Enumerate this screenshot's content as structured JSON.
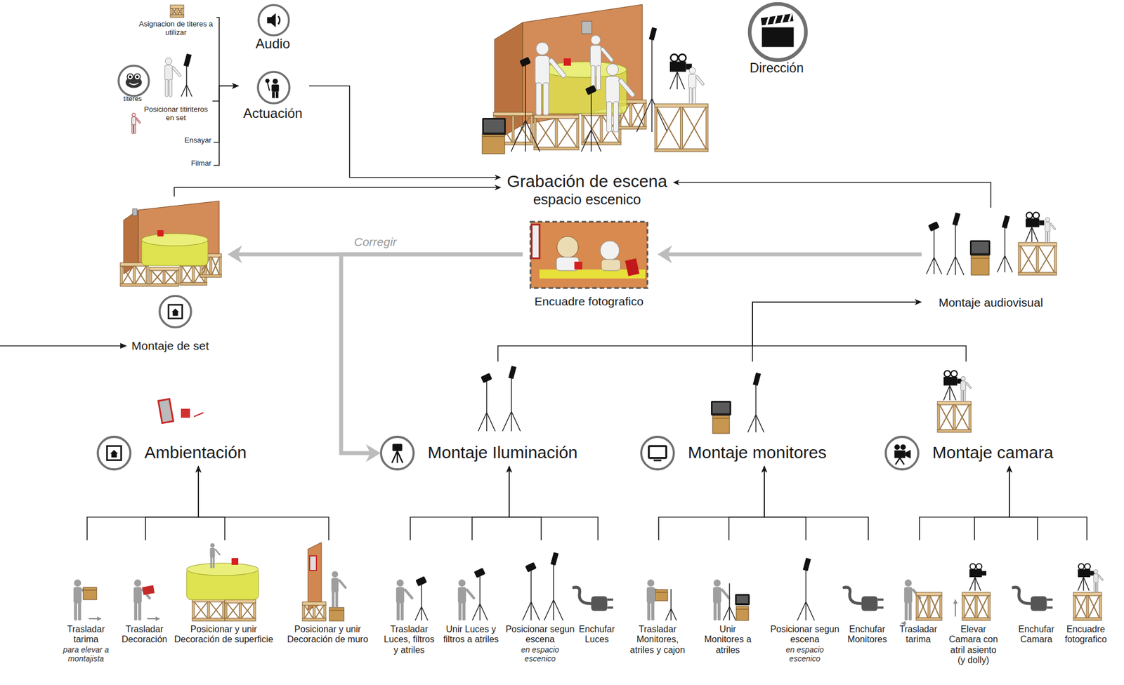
{
  "diagram": {
    "nodes": [
      {
        "text": [
          "Asignacion de titeres a utilizar"
        ]
      },
      {
        "text": [
          "titeres"
        ]
      },
      {
        "text": [
          "Posicionar titiriteros en set"
        ]
      },
      {
        "text": [
          "Ensayar"
        ]
      },
      {
        "text": [
          "Filmar"
        ]
      },
      {
        "text": [
          "Audio"
        ]
      },
      {
        "text": [
          "Actuación"
        ]
      },
      {
        "text": [
          "Dirección"
        ]
      },
      {
        "text": [
          "Grabación de escena",
          "espacio escenico"
        ]
      },
      {
        "text": [
          "Encuadre fotografico"
        ]
      },
      {
        "text": [
          "Montaje de set"
        ]
      },
      {
        "text": [
          "Montaje audiovisual"
        ]
      },
      {
        "text": [
          "Ambientación"
        ]
      },
      {
        "text": [
          "Montaje Iluminación"
        ]
      },
      {
        "text": [
          "Montaje monitores"
        ]
      },
      {
        "text": [
          "Montaje camara"
        ]
      },
      {
        "text": [
          "Trasladar tarima",
          "para elevar a montajista"
        ]
      },
      {
        "text": [
          "Trasladar Decoración"
        ]
      },
      {
        "text": [
          "Posicionar y unir Decoración de superficie"
        ]
      },
      {
        "text": [
          "Posicionar y unir Decoración de muro"
        ]
      },
      {
        "text": [
          "Trasladar Luces, filtros y atriles"
        ]
      },
      {
        "text": [
          "Unir Luces y filtros a atriles"
        ]
      },
      {
        "text": [
          "Posicionar segun escena",
          "en espacio escenico"
        ]
      },
      {
        "text": [
          "Enchufar Luces"
        ]
      },
      {
        "text": [
          "Trasladar Monitores, atriles y cajon"
        ]
      },
      {
        "text": [
          "Unir Monitores a atriles"
        ]
      },
      {
        "text": [
          "Posicionar segun escena",
          "en espacio escenico"
        ]
      },
      {
        "text": [
          "Enchufar Monitores"
        ]
      },
      {
        "text": [
          "Trasladar tarima"
        ]
      },
      {
        "text": [
          "Elevar Camara con atril asiento (y dolly)"
        ]
      },
      {
        "text": [
          "Enchufar Camara"
        ]
      },
      {
        "text": [
          "Encuadre fotografico"
        ]
      }
    ],
    "edges": [
      {
        "from": 0,
        "to": 6,
        "arrow": "to"
      },
      {
        "from": 2,
        "to": 6,
        "arrow": "to"
      },
      {
        "from": 3,
        "to": 6,
        "arrow": "to"
      },
      {
        "from": 4,
        "to": 6,
        "arrow": "to"
      },
      {
        "from": 6,
        "to": 8,
        "arrow": "to"
      },
      {
        "from": 10,
        "to": 8,
        "arrow": "to"
      },
      {
        "from": 11,
        "to": 8,
        "arrow": "to"
      },
      {
        "from": 11,
        "to": 9,
        "arrow": "to"
      },
      {
        "from": 9,
        "to": 10,
        "label": "Corregir",
        "arrow": "to"
      },
      {
        "from": 9,
        "to": 13,
        "arrow": "to"
      },
      {
        "from": 13,
        "to": 11,
        "arrow": "to"
      },
      {
        "from": 14,
        "to": 11,
        "arrow": "to"
      },
      {
        "from": 15,
        "to": 11,
        "arrow": "to"
      },
      {
        "from": 16,
        "to": 12,
        "arrow": "to"
      },
      {
        "from": 17,
        "to": 12,
        "arrow": "to"
      },
      {
        "from": 18,
        "to": 12,
        "arrow": "to"
      },
      {
        "from": 19,
        "to": 12,
        "arrow": "to"
      },
      {
        "from": 20,
        "to": 13,
        "arrow": "to"
      },
      {
        "from": 21,
        "to": 13,
        "arrow": "to"
      },
      {
        "from": 22,
        "to": 13,
        "arrow": "to"
      },
      {
        "from": 23,
        "to": 13,
        "arrow": "to"
      },
      {
        "from": 24,
        "to": 14,
        "arrow": "to"
      },
      {
        "from": 25,
        "to": 14,
        "arrow": "to"
      },
      {
        "from": 26,
        "to": 14,
        "arrow": "to"
      },
      {
        "from": 27,
        "to": 14,
        "arrow": "to"
      },
      {
        "from": 28,
        "to": 15,
        "arrow": "to"
      },
      {
        "from": 29,
        "to": 15,
        "arrow": "to"
      },
      {
        "from": 30,
        "to": 15,
        "arrow": "to"
      },
      {
        "from": 31,
        "to": 15,
        "arrow": "to"
      }
    ]
  }
}
